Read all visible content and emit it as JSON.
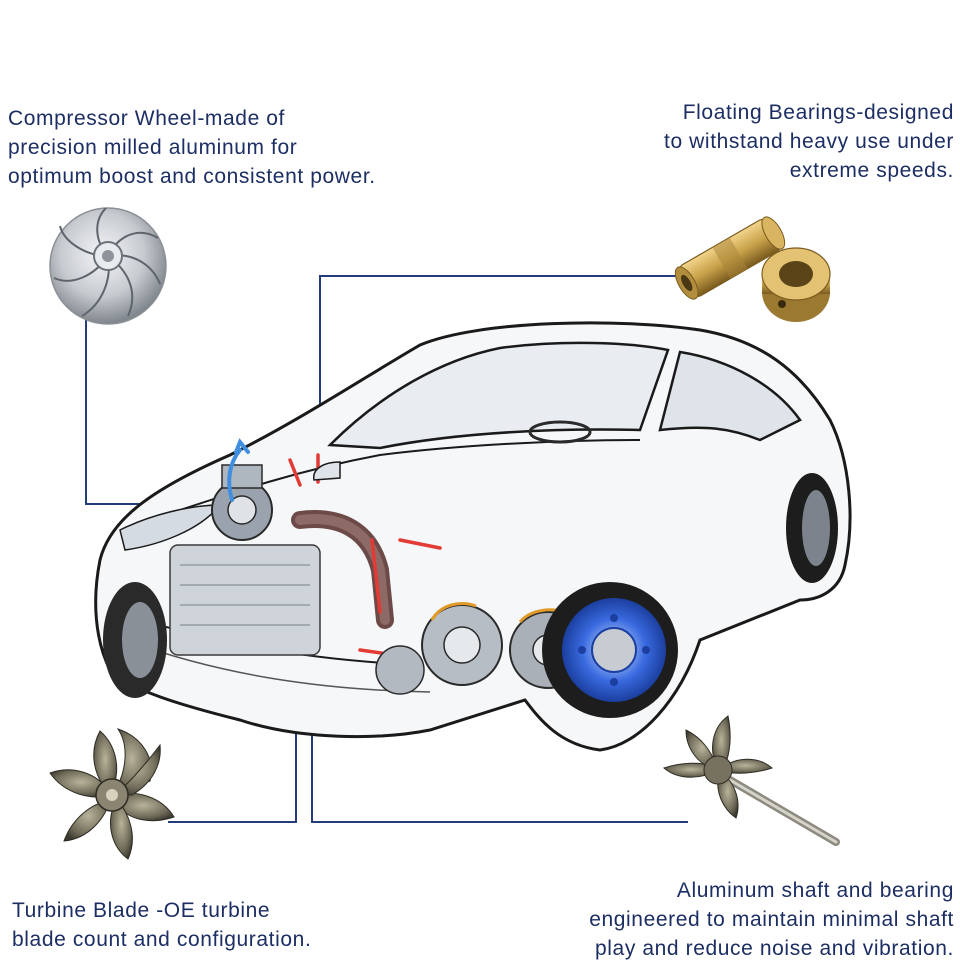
{
  "captions": {
    "compressor_wheel": "Compressor Wheel-made of\nprecision milled aluminum for\noptimum boost and consistent power.",
    "floating_bearings": "Floating Bearings-designed\nto withstand heavy use under\nextreme speeds.",
    "turbine_blade": "Turbine Blade -OE turbine\nblade count and configuration.",
    "shaft_bearing": "Aluminum shaft and bearing\nengineered to maintain minimal shaft\nplay and reduce noise and vibration."
  },
  "colors": {
    "caption_text": "#1c2e63",
    "leader_line": "#243d7a",
    "aluminum": "#c7cbd0",
    "brass": "#c9a24a",
    "turbine_metal": "#6e6a58",
    "car_outline": "#1a1a1a"
  },
  "icons": [
    "compressor-wheel-image",
    "floating-bearings-image",
    "turbine-blade-image",
    "turbine-shaft-image",
    "car-cutaway-image"
  ]
}
